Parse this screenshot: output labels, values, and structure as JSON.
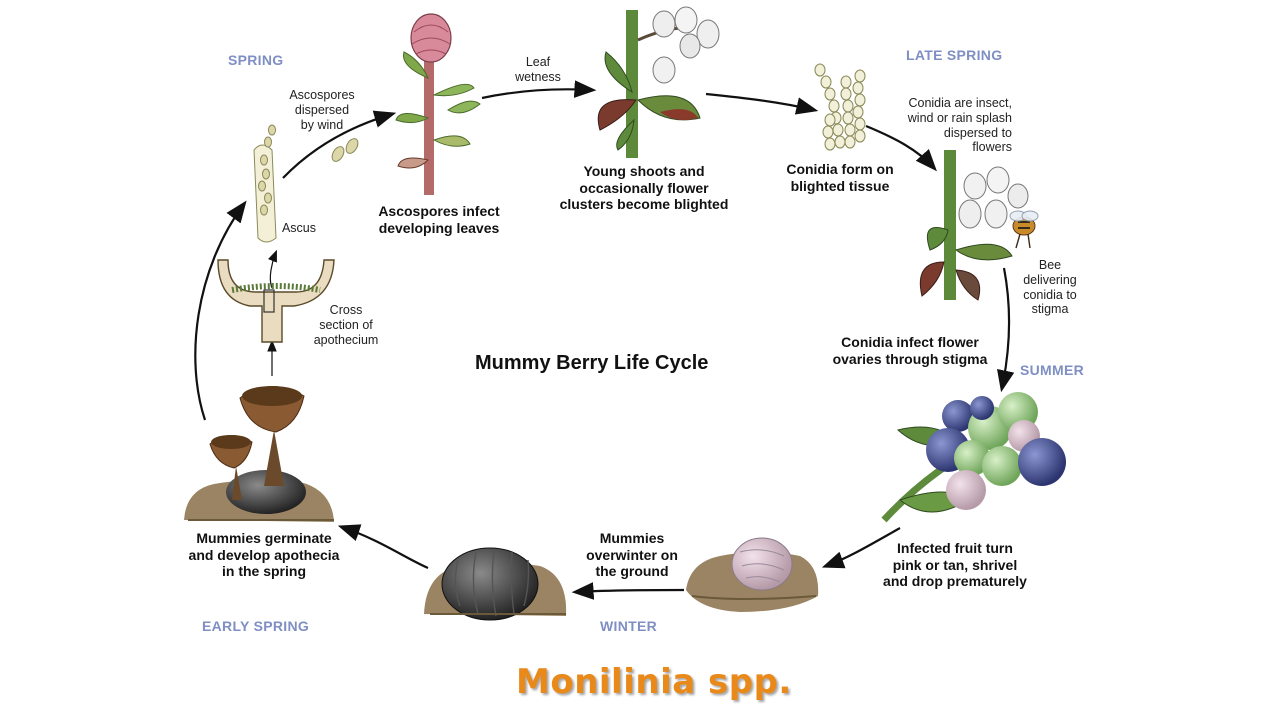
{
  "title": "Mummy Berry Life Cycle",
  "footer": {
    "label": "Monilinia spp.",
    "color": "#e8891a"
  },
  "seasons": {
    "spring": "SPRING",
    "late_spring": "LATE SPRING",
    "summer": "SUMMER",
    "winter": "WINTER",
    "early_spring": "EARLY SPRING"
  },
  "captions": {
    "ascospores_infect": "Ascospores infect\ndeveloping leaves",
    "young_shoots": "Young shoots and\noccasionally flower\nclusters become blighted",
    "conidia_form": "Conidia form on\nblighted tissue",
    "conidia_infect": "Conidia infect flower\novaries through stigma",
    "infected_fruit": "Infected fruit turn\npink or tan, shrivel\nand drop prematurely",
    "mummies_overwinter": "Mummies\noverwinter on\nthe ground",
    "mummies_germinate": "Mummies germinate\nand develop apothecia\nin the spring"
  },
  "notes": {
    "leaf_wetness": "Leaf\nwetness",
    "ascospores_dispersed": "Ascospores\ndispersed\nby wind",
    "conidia_dispersed": "Conidia are insect,\nwind or rain splash\ndispersed to\nflowers",
    "bee_delivering": "Bee\ndelivering\nconidia to\nstigma",
    "ascus": "Ascus",
    "cross_section": "Cross\nsection of\napothecium"
  },
  "colors": {
    "season": "#7f8fc4",
    "leaf": "#5e8a3c",
    "blight": "#7a3b2e",
    "berry_blue": "#3e4a8a",
    "berry_green": "#8fc07a",
    "mummy_dark": "#2b2b2b",
    "apothecium": "#8a5a32",
    "soil": "#9b8463"
  }
}
